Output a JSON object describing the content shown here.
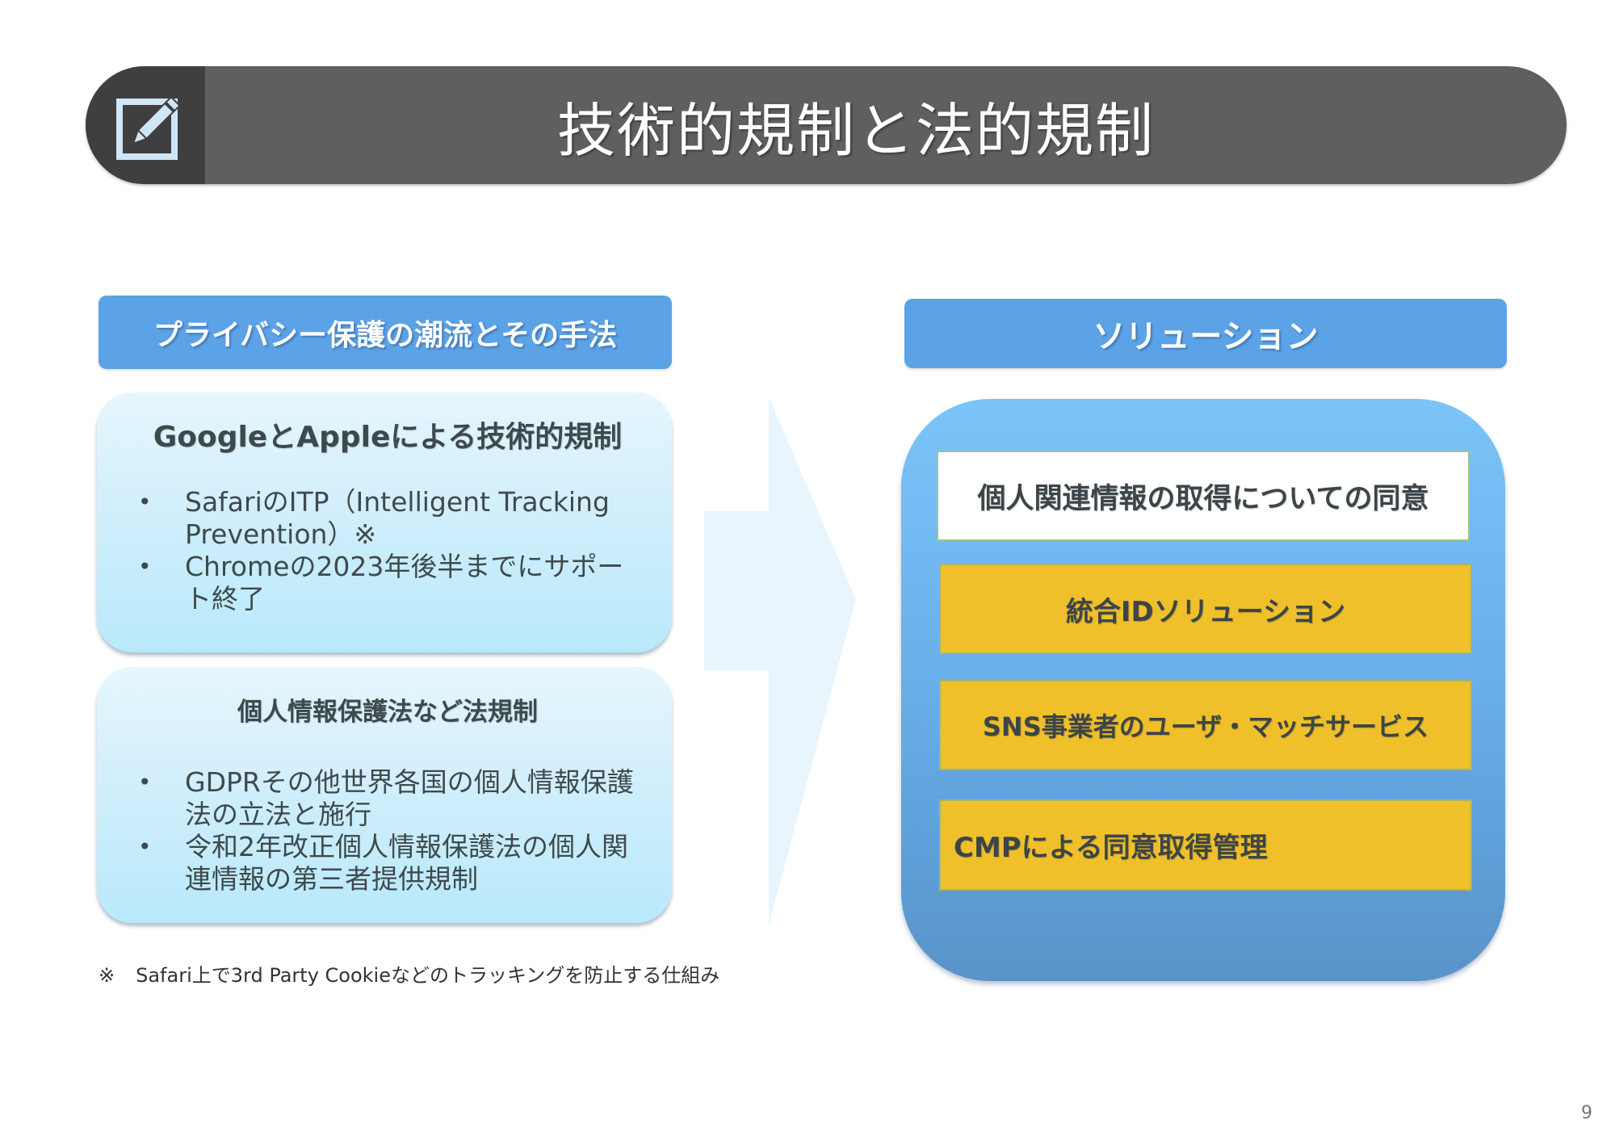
{
  "slide": {
    "title": "技術的規制と法的規制",
    "title_icon": "edit-icon",
    "page_number": "9"
  },
  "left": {
    "header": "プライバシー保護の潮流とその手法",
    "cards": [
      {
        "title": "GoogleとAppleによる技術的規制",
        "bullets": [
          "SafariのITP（Intelligent Tracking Prevention）※",
          "Chromeの2023年後半までにサポート終了"
        ]
      },
      {
        "title": "個人情報保護法など法規制",
        "bullets": [
          "GDPRその他世界各国の個人情報保護法の立法と施行",
          "令和2年改正個人情報保護法の個人関連情報の第三者提供規制"
        ]
      }
    ],
    "footnote_mark": "※",
    "footnote": "Safari上で3rd Party Cookieなどのトラッキングを防止する仕組み"
  },
  "right": {
    "header": "ソリューション",
    "items": [
      "個人関連情報の取得についての同意",
      "統合IDソリューション",
      "SNS事業者のユーザ・マッチサービス",
      "CMPによる同意取得管理"
    ]
  },
  "colors": {
    "title_bar": "#5f5f5f",
    "title_cap": "#3f3f3f",
    "section_header": "#5ba3e6",
    "card_light_blue": "#cfeefb",
    "solution_box": "#6cb3ee",
    "solution_yellow": "#f0c02b",
    "arrow": "#e8f5fd"
  }
}
